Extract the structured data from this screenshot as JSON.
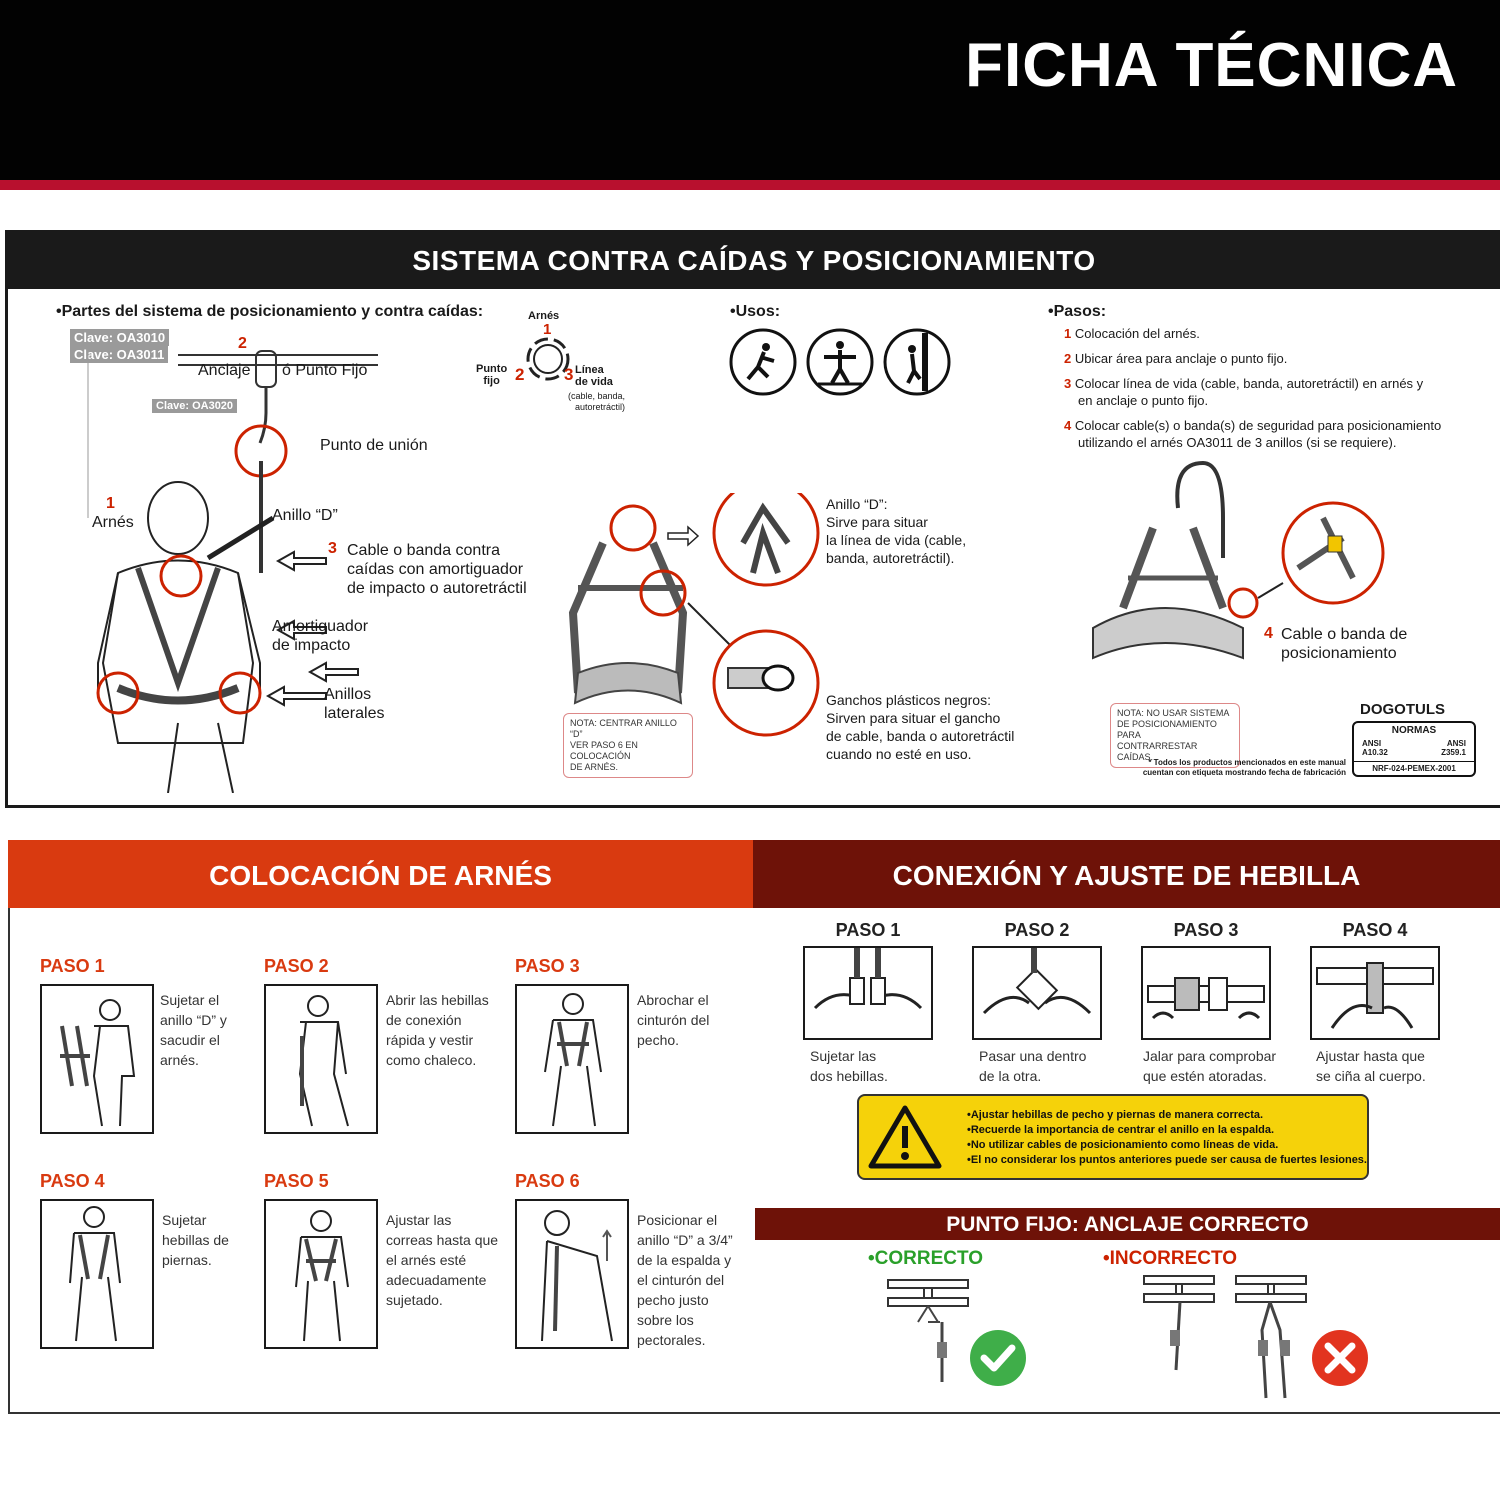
{
  "header": {
    "title": "FICHA TÉCNICA"
  },
  "sistema": {
    "title": "SISTEMA CONTRA CAÍDAS Y POSICIONAMIENTO",
    "partes_title": "•Partes del sistema de posicionamiento y contra caídas:",
    "clave1": "Clave: OA3010",
    "clave2": "Clave: OA3011",
    "clave3": "Clave: OA3020",
    "num1": "1",
    "num2": "2",
    "num3": "3",
    "num4": "4",
    "anclaje": "Anclaje",
    "punto_fijo": "ó Punto Fijo",
    "punto_union": "Punto de unión",
    "arnes": "Arnés",
    "anillo_d": "Anillo “D”",
    "cable_banda": [
      "Cable o banda contra",
      "caídas con amortiguador",
      "de impacto o autoretráctil"
    ],
    "amortiguador": [
      "Amortiguador",
      "de impacto"
    ],
    "anillos_laterales": [
      "Anillos",
      "laterales"
    ],
    "cycle": {
      "arnes": "Arnés",
      "punto": "Punto",
      "fijo": "fijo",
      "linea": "Línea",
      "de_vida": "de vida",
      "sub": [
        "(cable, banda,",
        "autoretráctil)"
      ]
    },
    "usos_title": "•Usos:",
    "anillo_desc": [
      "Anillo “D”:",
      "Sirve para situar",
      "la línea de vida (cable,",
      "banda, autoretráctil)."
    ],
    "ganchos_desc": [
      "Ganchos plásticos negros:",
      "Sirven para situar el gancho",
      "de cable, banda o autoretráctil",
      "cuando no esté en uso."
    ],
    "nota1": [
      "NOTA: CENTRAR ANILLO “D”",
      "VER PASO 6 EN COLOCACIÓN",
      "DE ARNÉS."
    ],
    "pasos_title": "•Pasos:",
    "pasos": [
      {
        "n": "1",
        "lines": [
          "Colocación del arnés."
        ]
      },
      {
        "n": "2",
        "lines": [
          "Ubicar área para anclaje o punto fijo."
        ]
      },
      {
        "n": "3",
        "lines": [
          "Colocar línea de vida (cable, banda, autoretráctil) en arnés y",
          "en anclaje o punto fijo."
        ]
      },
      {
        "n": "4",
        "lines": [
          "Colocar cable(s) o banda(s) de seguridad para posicionamiento",
          "utilizando el arnés OA3011 de 3 anillos (si se requiere)."
        ]
      }
    ],
    "cable_posicion": [
      "Cable o banda de",
      "posicionamiento"
    ],
    "nota2": [
      "NOTA: NO USAR SISTEMA",
      "DE POSICIONAMIENTO PARA",
      "CONTRARRESTAR CAÍDAS."
    ],
    "footnote": [
      "* Todos los productos mencionados en este manual",
      "cuentan con etiqueta mostrando fecha de fabricación"
    ],
    "brand": "DOGOTULS",
    "normas": {
      "title": "NORMAS",
      "left": [
        "ANSI",
        "A10.32"
      ],
      "right": [
        "ANSI",
        "Z359.1"
      ],
      "bottom": "NRF-024-PEMEX-2001"
    }
  },
  "colocacion": {
    "title": "COLOCACIÓN DE ARNÉS",
    "pasos": [
      {
        "label": "PASO 1",
        "lines": [
          "Sujetar el",
          "anillo “D” y",
          "sacudir el",
          "arnés."
        ]
      },
      {
        "label": "PASO 2",
        "lines": [
          "Abrir las hebillas",
          "de conexión",
          "rápida y vestir",
          "como chaleco."
        ]
      },
      {
        "label": "PASO 3",
        "lines": [
          "Abrochar el",
          "cinturón del",
          "pecho."
        ]
      },
      {
        "label": "PASO 4",
        "lines": [
          "Sujetar",
          "hebillas de",
          "piernas."
        ]
      },
      {
        "label": "PASO 5",
        "lines": [
          "Ajustar las",
          "correas hasta que",
          "el arnés esté",
          "adecuadamente",
          "sujetado."
        ]
      },
      {
        "label": "PASO 6",
        "lines": [
          "Posicionar el",
          "anillo “D” a 3/4”",
          "de la espalda y",
          "el cinturón del",
          "pecho justo",
          "sobre los",
          "pectorales."
        ]
      }
    ]
  },
  "conexion": {
    "title": "CONEXIÓN Y AJUSTE DE HEBILLA",
    "pasos": [
      {
        "label": "PASO 1",
        "lines": [
          "Sujetar las",
          "dos hebillas."
        ]
      },
      {
        "label": "PASO 2",
        "lines": [
          "Pasar una dentro",
          "de la otra."
        ]
      },
      {
        "label": "PASO 3",
        "lines": [
          "Jalar para comprobar",
          "que estén atoradas."
        ]
      },
      {
        "label": "PASO 4",
        "lines": [
          "Ajustar hasta que",
          "se ciña al cuerpo."
        ]
      }
    ],
    "warnings": [
      "•Ajustar hebillas de pecho y piernas de manera correcta.",
      "•Recuerde la importancia de centrar el anillo en la espalda.",
      "•No utilizar cables de posicionamiento como líneas de vida.",
      "•El no considerar los puntos anteriores puede ser causa de fuertes lesiones."
    ]
  },
  "punto_fijo": {
    "title": "PUNTO FIJO: ANCLAJE CORRECTO",
    "correcto": "•CORRECTO",
    "incorrecto": "•INCORRECTO"
  },
  "colors": {
    "accent_red": "#d93a10",
    "dark_red": "#6e1208",
    "stripe": "#b8102e",
    "warning_yellow": "#f5d20a"
  }
}
